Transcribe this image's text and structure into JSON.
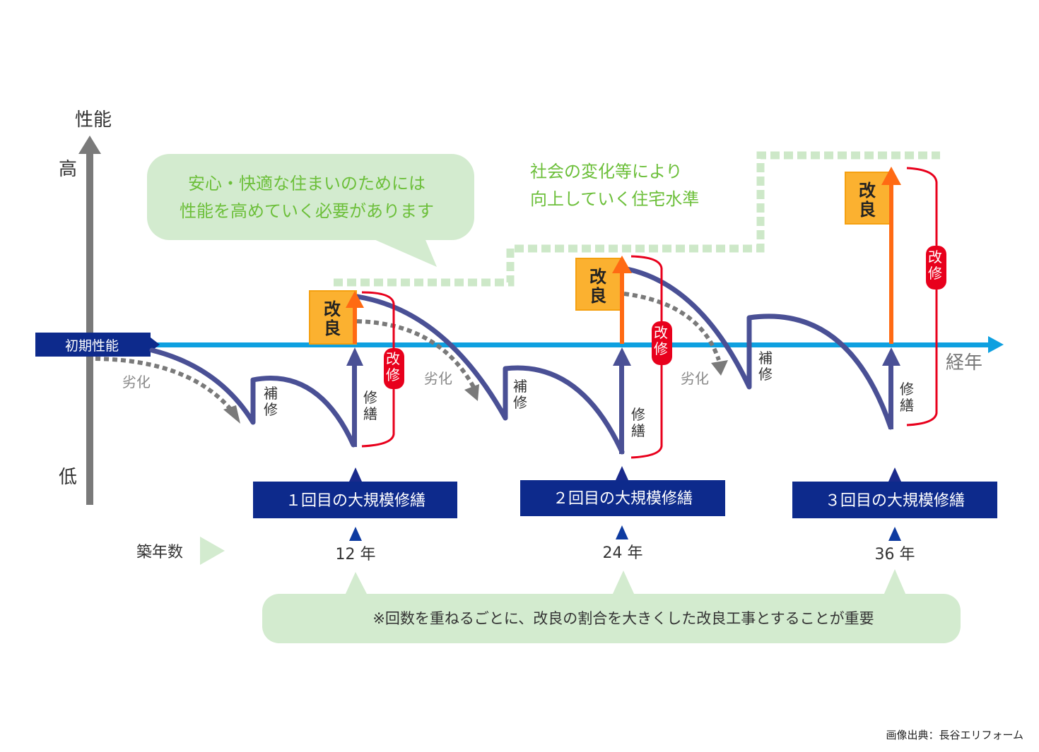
{
  "axis": {
    "y_title": "性能",
    "y_high": "高",
    "y_low": "低",
    "x_title": "経年",
    "initial_label": "初期性能"
  },
  "bubbles": {
    "top_line1": "安心・快適な住まいのためには",
    "top_line2": "性能を高めていく必要があります",
    "standard_line1": "社会の変化等により",
    "standard_line2": "向上していく住宅水準",
    "bottom_note": "※回数を重ねるごとに、改良の割合を大きくした改良工事とすることが重要"
  },
  "labels": {
    "deterioration": "劣化",
    "patch_repair": "補修",
    "repair": "修繕",
    "improvement": "改良",
    "renovation": "改修",
    "building_age": "築年数"
  },
  "milestones": [
    {
      "title": "１回目の大規模修繕",
      "year": "12 年"
    },
    {
      "title": "２回目の大規模修繕",
      "year": "24 年"
    },
    {
      "title": "３回目の大規模修繕",
      "year": "36 年"
    }
  ],
  "colors": {
    "axis_gray": "#7a7a7a",
    "timeline_blue": "#0ea0e0",
    "curve_navy": "#4a5095",
    "label_navy": "#0d2a8c",
    "bubble_green": "#d3ebcf",
    "text_green": "#6cbf3a",
    "improve_orange": "#ff6a13",
    "improve_box": "#fbb130",
    "renov_red": "#e8001c"
  },
  "credit": "画像出典：長谷エリフォーム"
}
